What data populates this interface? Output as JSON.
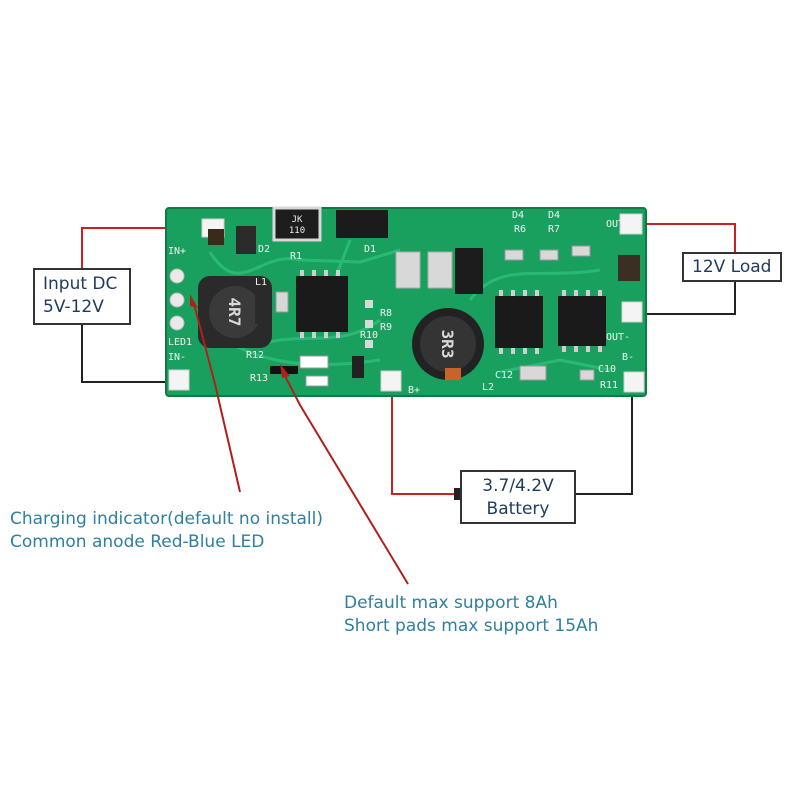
{
  "labels": {
    "input": [
      "Input DC",
      "5V-12V"
    ],
    "load": "12V Load",
    "battery": [
      "3.7/4.2V",
      "Battery"
    ]
  },
  "annotations": {
    "charging": [
      "Charging indicator(default no install)",
      "Common anode Red-Blue LED"
    ],
    "capacity": [
      "Default max support 8Ah",
      "Short pads max support 15Ah"
    ]
  },
  "board": {
    "silkscreen": {
      "in_plus": "IN+",
      "in_minus": "IN-",
      "led": "LED1",
      "out_plus": "OUT+",
      "out_minus": "OUT-",
      "b_plus": "B+",
      "b_minus": "B-",
      "l1": "L1",
      "l2": "L2",
      "inductor1_marking": "4R7",
      "inductor2_marking": "3R3",
      "diode_jk": "JK\n110",
      "r12": "R12",
      "r13": "R13",
      "c12": "C12",
      "c10": "C10",
      "r11": "R11",
      "d1": "D1",
      "d2": "D2",
      "r1": "R1",
      "d4a": "D4",
      "d4b": "D4",
      "r6": "R6",
      "r7": "R7",
      "r10": "R10",
      "r8": "R8",
      "r9": "R9"
    }
  },
  "colors": {
    "pcb": "#1aa060",
    "wire_positive": "#cc1f1f",
    "wire_negative": "#222222",
    "annotation_arrow": "#b0201a",
    "annotation_text": "#2f7fa0"
  }
}
